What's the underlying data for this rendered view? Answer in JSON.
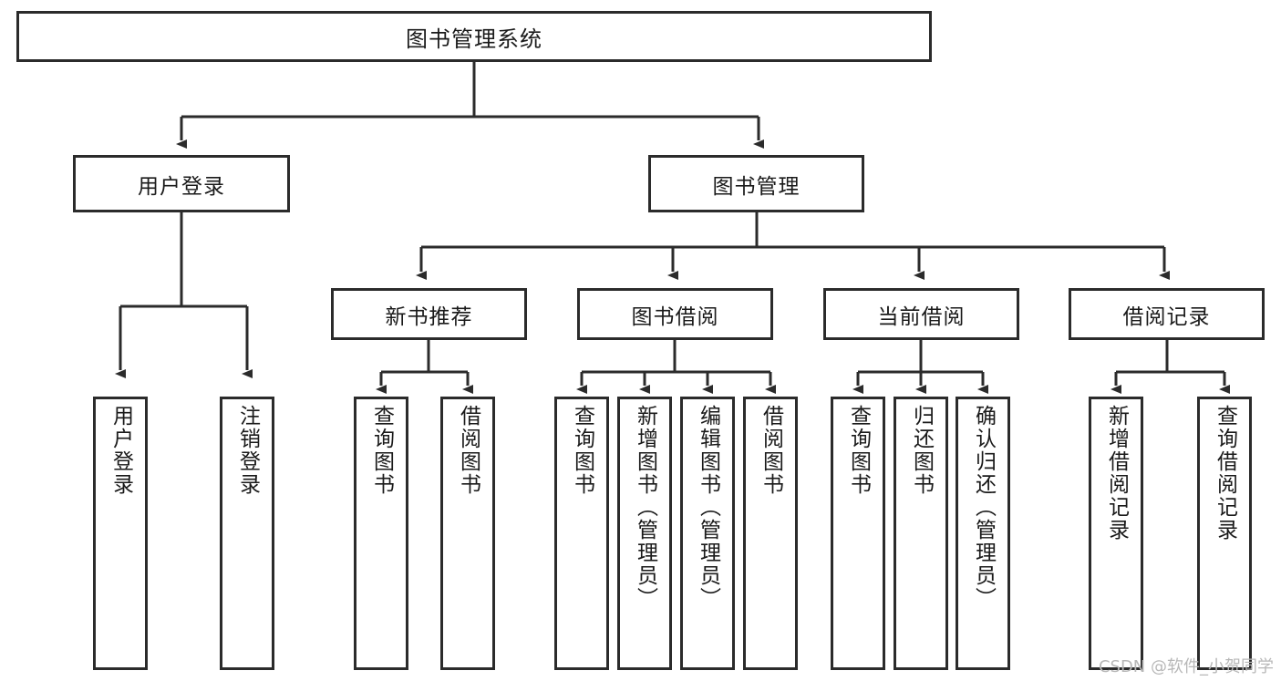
{
  "diagram": {
    "title": "图书管理系统",
    "type": "hierarchy-tree",
    "orientation": "top-down",
    "colors": {
      "box_border": "#2b2b2b",
      "box_fill": "#ffffff",
      "connector": "#2b2b2b",
      "text": "#1a1a1a",
      "watermark": "#b8b8b8",
      "background": "#ffffff"
    },
    "root": {
      "label": "图书管理系统",
      "orientation": "horizontal"
    },
    "level2": [
      {
        "label": "用户登录",
        "orientation": "horizontal"
      },
      {
        "label": "图书管理",
        "orientation": "horizontal"
      }
    ],
    "level3": [
      {
        "label": "新书推荐",
        "orientation": "horizontal"
      },
      {
        "label": "图书借阅",
        "orientation": "horizontal"
      },
      {
        "label": "当前借阅",
        "orientation": "horizontal"
      },
      {
        "label": "借阅记录",
        "orientation": "horizontal"
      }
    ],
    "leaves": {
      "user_login": [
        {
          "label": "用户登录",
          "orientation": "vertical"
        },
        {
          "label": "注销登录",
          "orientation": "vertical"
        }
      ],
      "new_book_recommend": [
        {
          "label": "查询图书",
          "orientation": "vertical"
        },
        {
          "label": "借阅图书",
          "orientation": "vertical"
        }
      ],
      "book_borrow": [
        {
          "label": "查询图书",
          "orientation": "vertical"
        },
        {
          "label": "新增图书（管理员）",
          "orientation": "vertical"
        },
        {
          "label": "编辑图书（管理员）",
          "orientation": "vertical"
        },
        {
          "label": "借阅图书",
          "orientation": "vertical"
        }
      ],
      "current_borrow": [
        {
          "label": "查询图书",
          "orientation": "vertical"
        },
        {
          "label": "归还图书",
          "orientation": "vertical"
        },
        {
          "label": "确认归还（管理员）",
          "orientation": "vertical"
        }
      ],
      "borrow_record": [
        {
          "label": "新增借阅记录",
          "orientation": "vertical"
        },
        {
          "label": "查询借阅记录",
          "orientation": "vertical"
        }
      ]
    },
    "watermark": "CSDN @软件_小贺同学"
  }
}
